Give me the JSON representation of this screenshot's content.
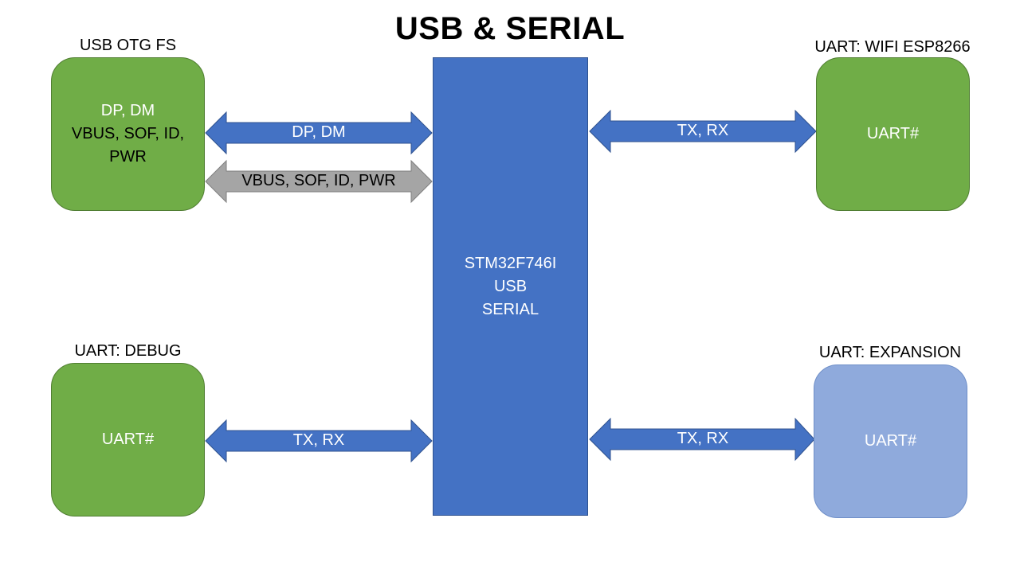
{
  "title": "USB & SERIAL",
  "center_block": {
    "lines": [
      "STM32F746I",
      "USB",
      "SERIAL"
    ],
    "color": "#4472c4"
  },
  "blocks": {
    "usb_otg": {
      "label": "USB OTG FS",
      "lines": [
        "DP, DM",
        "VBUS, SOF, ID,",
        "PWR"
      ],
      "color": "#70ad47"
    },
    "uart_wifi": {
      "label": "UART: WIFI ESP8266",
      "lines": [
        "UART#"
      ],
      "color": "#70ad47"
    },
    "uart_debug": {
      "label": "UART: DEBUG",
      "lines": [
        "UART#"
      ],
      "color": "#70ad47"
    },
    "uart_expansion": {
      "label": "UART: EXPANSION",
      "lines": [
        "UART#"
      ],
      "color": "#8faadc"
    }
  },
  "arrows": {
    "usb_data": {
      "label": "DP, DM",
      "color": "#4472c4"
    },
    "usb_control": {
      "label": "VBUS, SOF, ID, PWR",
      "color": "#a5a5a5"
    },
    "wifi": {
      "label": "TX, RX",
      "color": "#4472c4"
    },
    "debug": {
      "label": "TX, RX",
      "color": "#4472c4"
    },
    "expansion": {
      "label": "TX, RX",
      "color": "#4472c4"
    }
  }
}
